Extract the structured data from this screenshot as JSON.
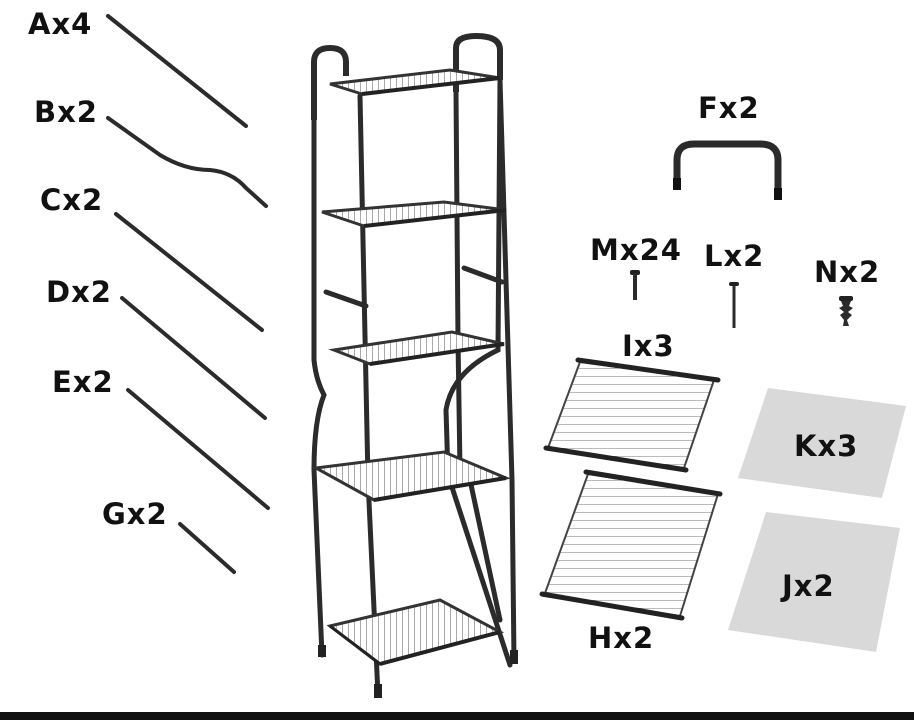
{
  "parts": {
    "a": "Ax4",
    "b": "Bx2",
    "c": "Cx2",
    "d": "Dx2",
    "e": "Ex2",
    "f": "Fx2",
    "g": "Gx2",
    "h": "Hx2",
    "i": "Ix3",
    "j": "Jx2",
    "k": "Kx3",
    "l": "Lx2",
    "m": "Mx24",
    "n": "Nx2"
  },
  "colors": {
    "metal": "#2b2b2b",
    "shelf": "#555555",
    "panel": "#d9d9d9"
  }
}
